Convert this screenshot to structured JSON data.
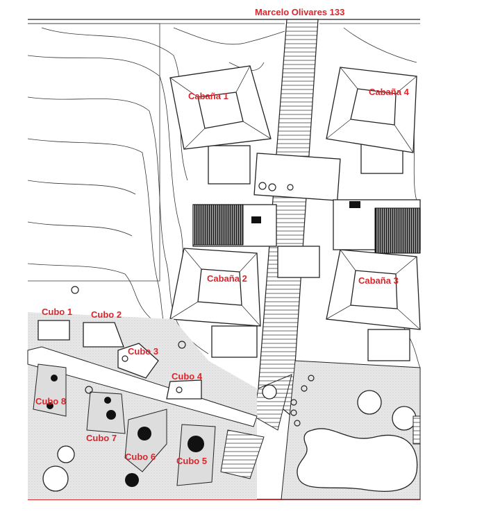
{
  "title": "Marcelo Olivares 133",
  "colors": {
    "label": "#d8262c",
    "line": "#222222",
    "paved": "#e4e4e4",
    "hatch": "#1a1a1a"
  },
  "cabins": [
    {
      "label": "Cabaña 1"
    },
    {
      "label": "Cabaña 4"
    },
    {
      "label": "Cabaña 2"
    },
    {
      "label": "Cabaña 3"
    }
  ],
  "cubes": [
    {
      "label": "Cubo 1"
    },
    {
      "label": "Cubo 2"
    },
    {
      "label": "Cubo 3"
    },
    {
      "label": "Cubo 4"
    },
    {
      "label": "Cubo 5"
    },
    {
      "label": "Cubo 6"
    },
    {
      "label": "Cubo 7"
    },
    {
      "label": "Cubo 8"
    }
  ]
}
